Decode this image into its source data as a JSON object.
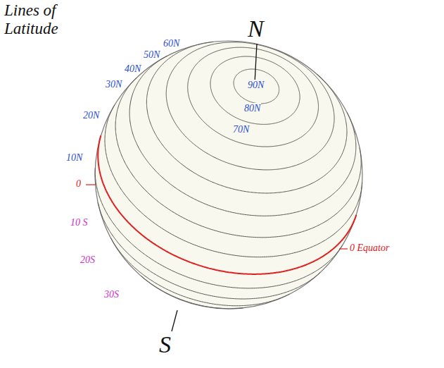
{
  "diagram": {
    "title": "Lines of Latitude",
    "labels": [
      "N",
      "90N",
      "80N",
      "70N",
      "60N",
      "50N",
      "40N",
      "30N",
      "20N",
      "10N",
      "0",
      "10 S",
      "20S",
      "30S",
      "0 Equator",
      "S"
    ]
  }
}
